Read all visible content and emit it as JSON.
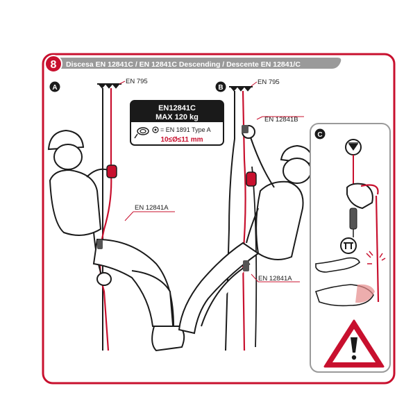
{
  "header": {
    "step_number": "8",
    "title": "Discesa EN 12841C / EN 12841C Descending / Descente EN 12841/C"
  },
  "panels": {
    "a": {
      "letter": "A"
    },
    "b": {
      "letter": "B"
    },
    "c": {
      "letter": "C"
    }
  },
  "labels": {
    "a_anchor": "EN 795",
    "a_device": "EN 12841A",
    "b_anchor": "EN 795",
    "b_top_device": "EN 12841B",
    "b_bottom_device": "EN 12841A"
  },
  "spec_box": {
    "line1": "EN12841C",
    "line2": "MAX 120 kg",
    "connector": "= EN 1891 Type A",
    "diameter": "10≤Ø≤11 mm"
  },
  "colors": {
    "accent": "#d32f3a",
    "frame": "#c8102e",
    "panel_gray": "#9a9a9a",
    "ink": "#1a1a1a"
  },
  "icons": [
    "warning-icon",
    "anchor-icon",
    "harness-icon",
    "hand-icon",
    "rope-coil-icon"
  ]
}
